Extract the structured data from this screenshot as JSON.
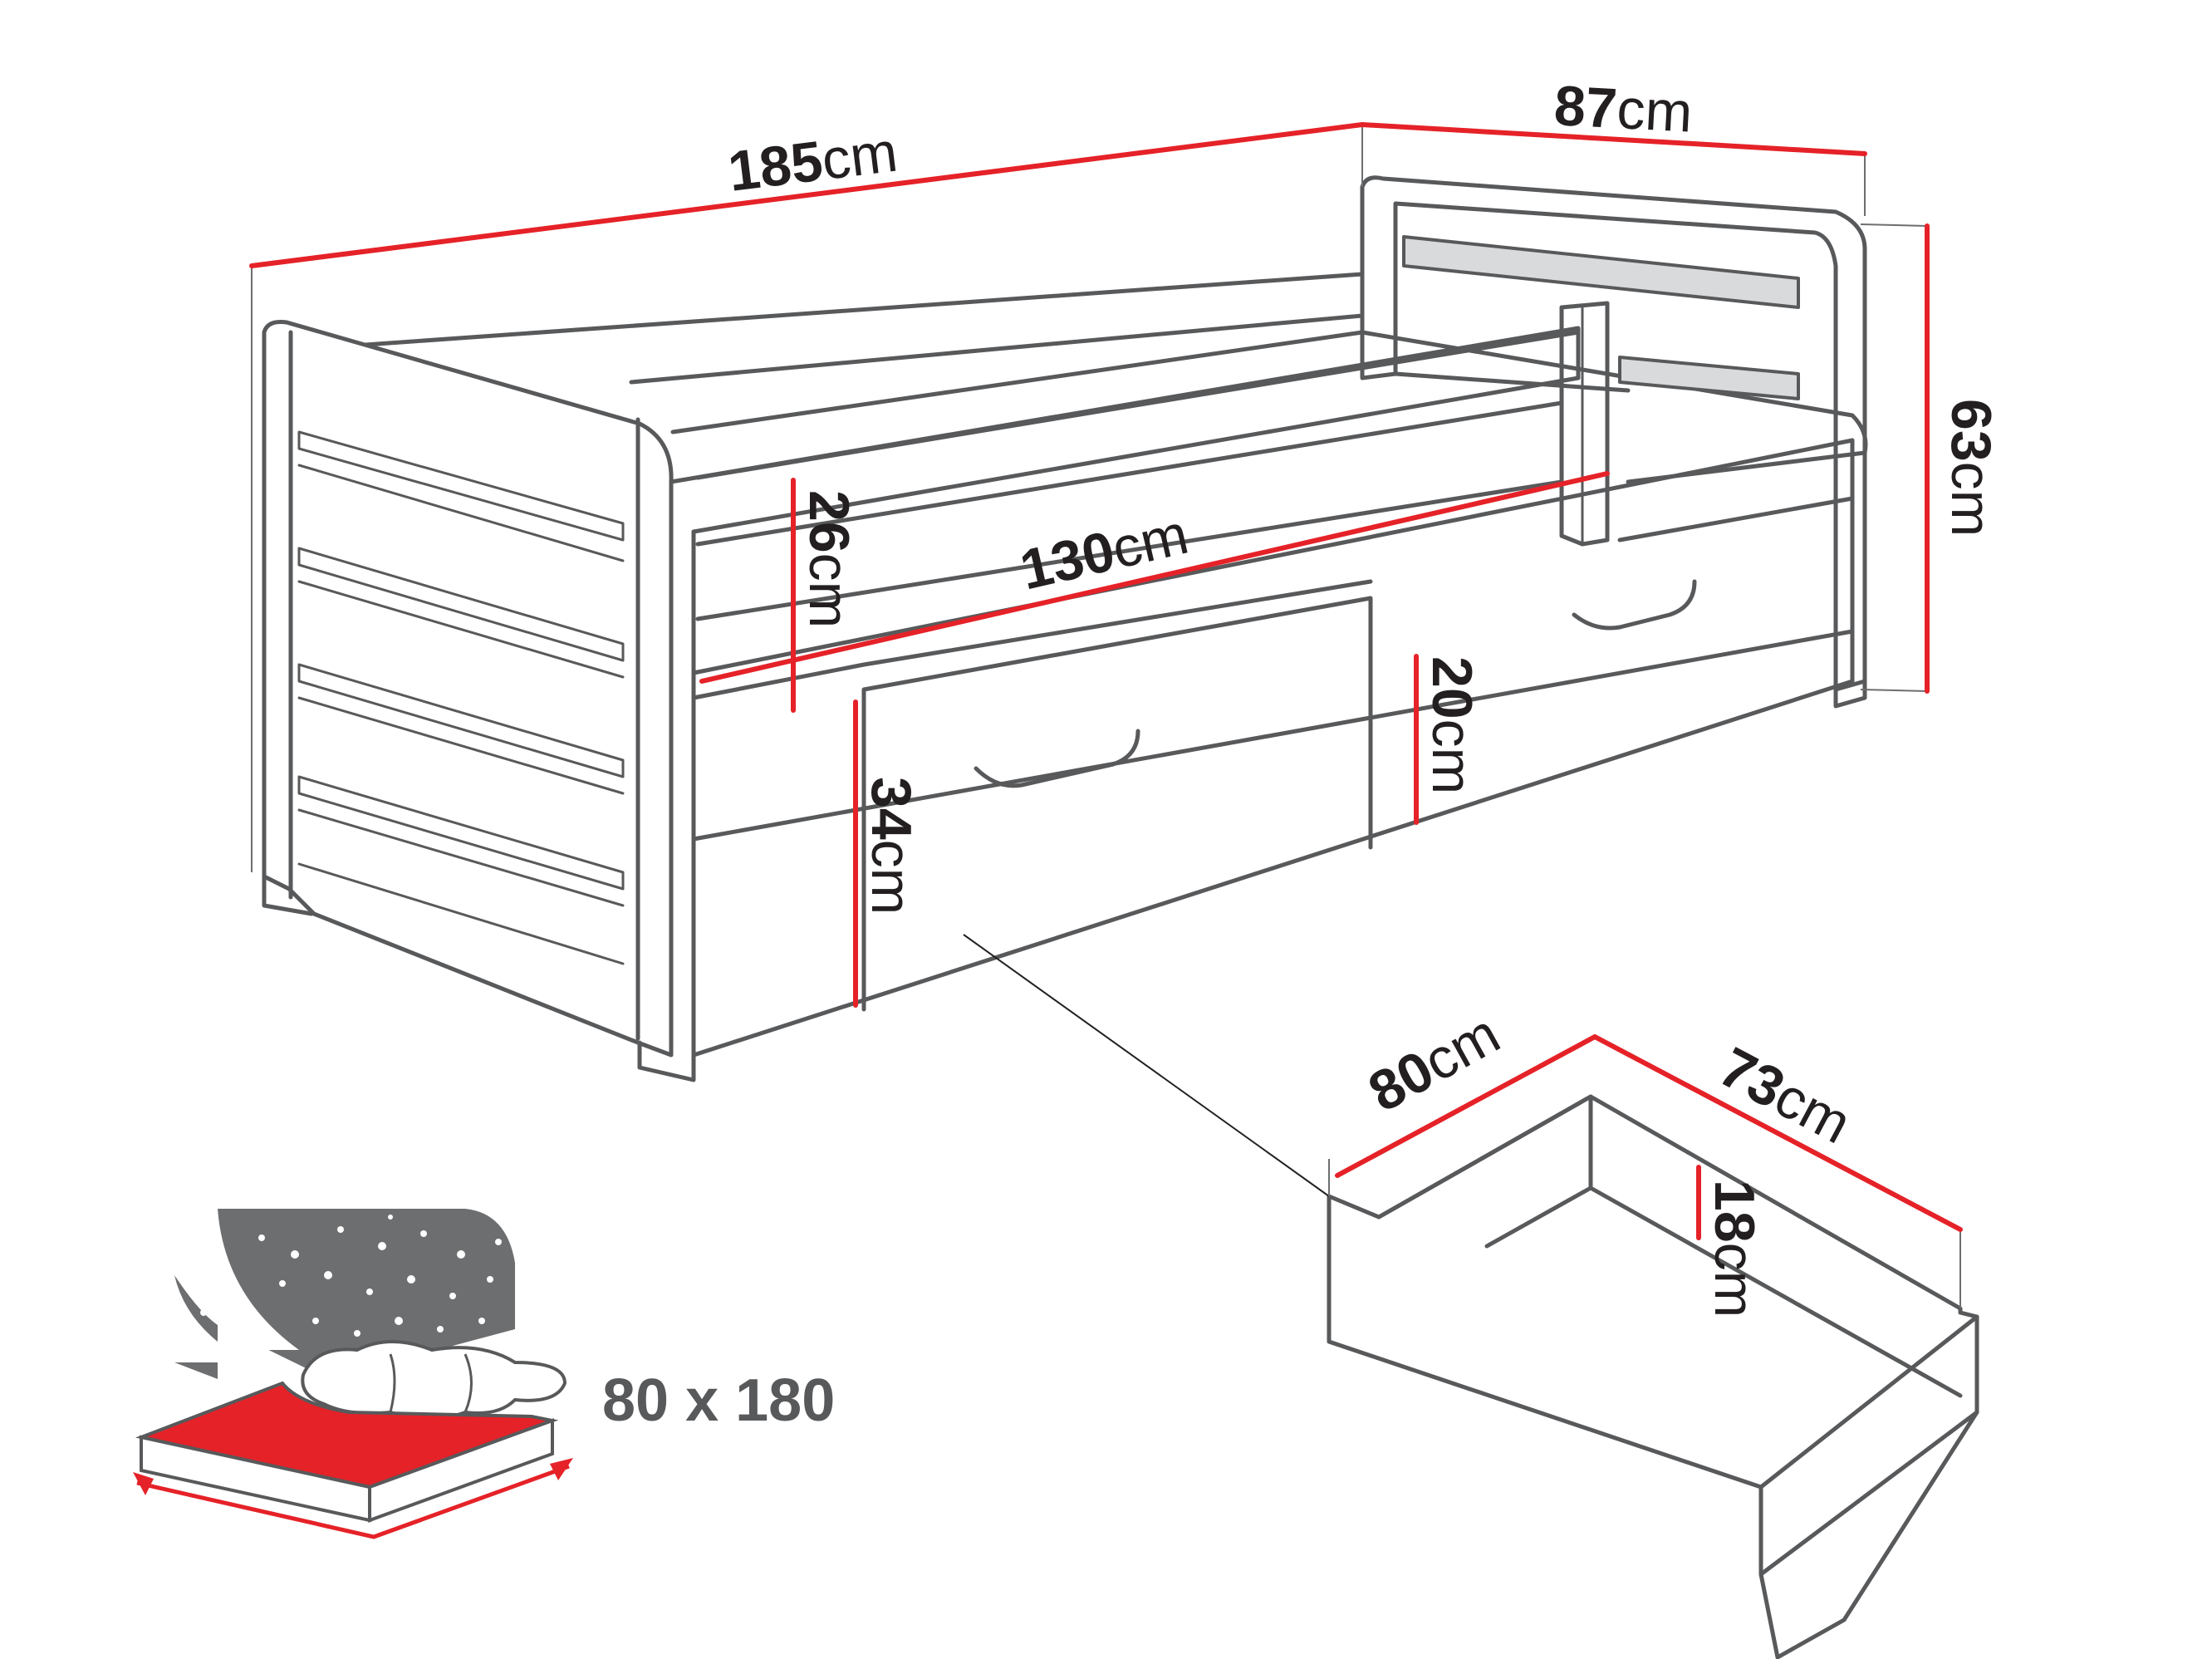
{
  "dimensions": {
    "bed_length": {
      "value": "185",
      "unit": "cm"
    },
    "bed_width": {
      "value": "87",
      "unit": "cm"
    },
    "bed_height": {
      "value": "63",
      "unit": "cm"
    },
    "guard_height": {
      "value": "26",
      "unit": "cm"
    },
    "guard_length": {
      "value": "130",
      "unit": "cm"
    },
    "frame_height": {
      "value": "34",
      "unit": "cm"
    },
    "drawer_front_height": {
      "value": "20",
      "unit": "cm"
    },
    "drawer_width": {
      "value": "80",
      "unit": "cm"
    },
    "drawer_depth": {
      "value": "73",
      "unit": "cm"
    },
    "drawer_inner_height": {
      "value": "18",
      "unit": "cm"
    }
  },
  "mattress": {
    "size_label": "80 x 180"
  },
  "colors": {
    "dimension_line": "#e52228",
    "outline": "#58595b",
    "mattress": "#e52228",
    "night_sky": "#6d6e70"
  },
  "icons": [
    "mattress-icon",
    "star-icon"
  ]
}
